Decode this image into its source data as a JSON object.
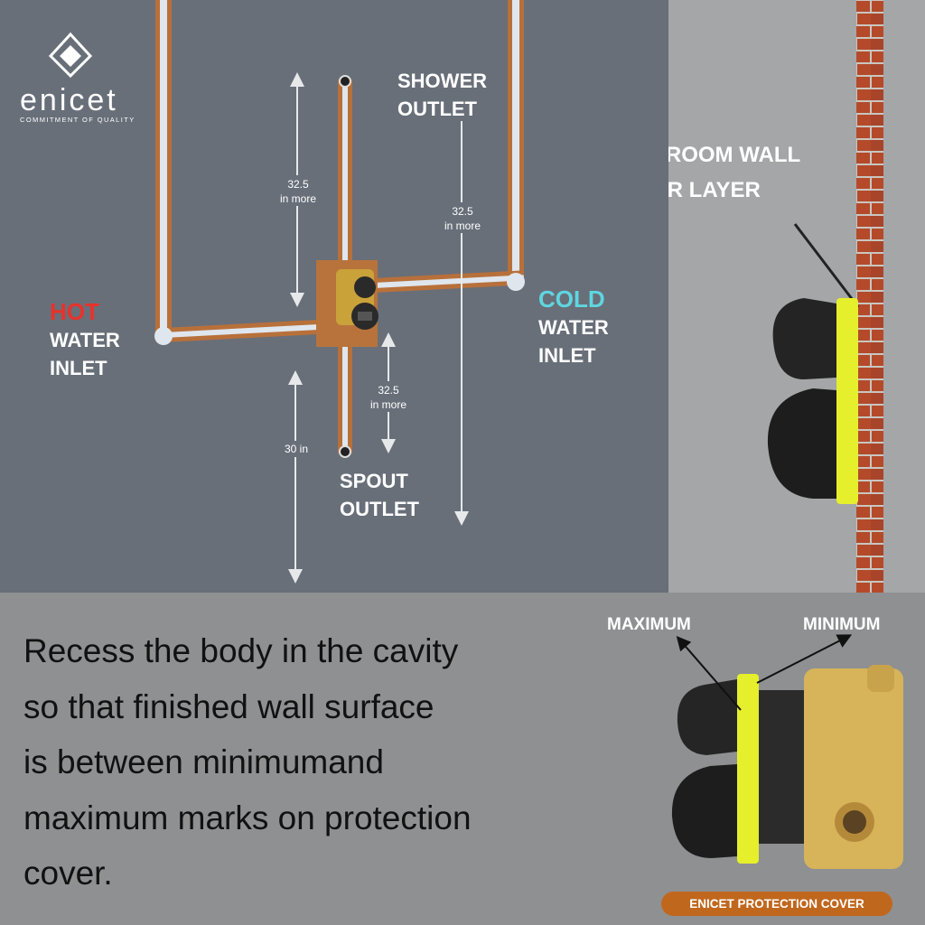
{
  "brand": {
    "name": "enicet",
    "tagline": "COMMITMENT OF QUALITY",
    "icon": "diamond-logo-icon"
  },
  "diagram": {
    "shower_outlet": [
      "SHOWER",
      "OUTLET"
    ],
    "spout_outlet": [
      "SPOUT",
      "OUTLET"
    ],
    "hot_inlet": {
      "word": "HOT",
      "lines": [
        "WATER",
        "INLET"
      ]
    },
    "cold_inlet": {
      "word": "COLD",
      "lines": [
        "WATER",
        "INLET"
      ]
    },
    "dim_upper": [
      "32.5",
      "in more"
    ],
    "dim_lower": [
      "32.5",
      "in more"
    ],
    "dim_shower": [
      "32.5",
      "in more"
    ],
    "dim_floor": "30 in"
  },
  "side": {
    "wall_label": [
      "BATHROOM WALL",
      "OUTER LAYER"
    ]
  },
  "bottom": {
    "instruction": [
      "Recess the body in the cavity",
      "so that finished wall surface",
      "is between minimumand",
      "maximum marks on protection",
      "cover."
    ],
    "maximum": "MAXIMUM",
    "minimum": "MINIMUM",
    "badge": "ENICET PROTECTION COVER"
  },
  "colors": {
    "hot": "#e8322a",
    "cold": "#5fd6e0",
    "badge": "#c0671e",
    "cover_yellow": "#e5ef2c",
    "brick": "#b44a2a"
  }
}
